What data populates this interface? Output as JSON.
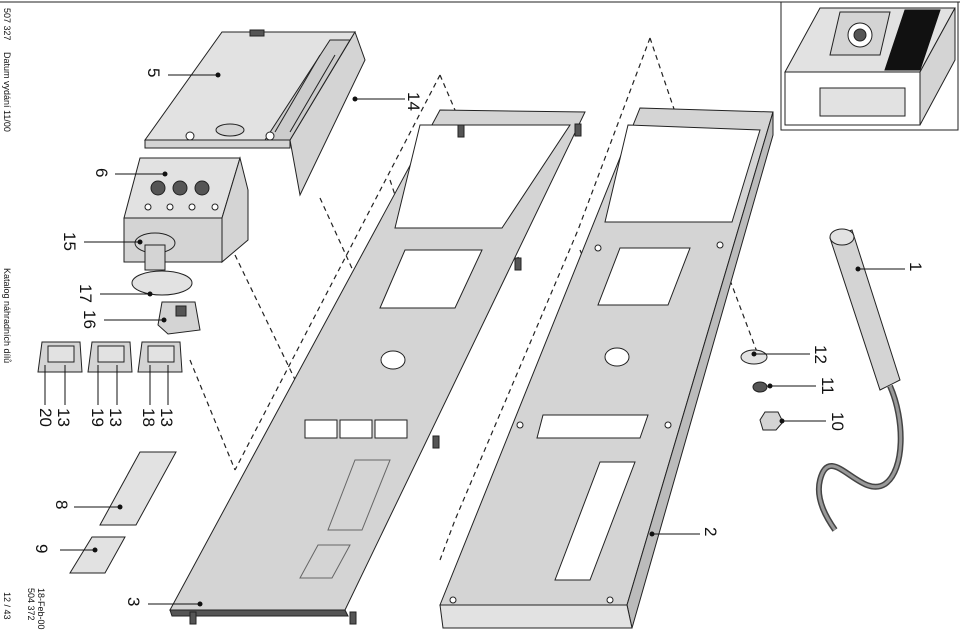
{
  "margin": {
    "doc_number": "507 327",
    "issue_date": "Datum vydání  11/00",
    "catalog_title": "Katalog náhradních dílů",
    "page_number": "12 / 43",
    "print_date": "18-Feb-00",
    "doc_number_2": "504 372"
  },
  "callouts": {
    "p1": "1",
    "p2": "2",
    "p3": "3",
    "p5": "5",
    "p6": "6",
    "p8": "8",
    "p9": "9",
    "p10": "10",
    "p11": "11",
    "p12": "12",
    "p13a": "13",
    "p13b": "13",
    "p13c": "13",
    "p14": "14",
    "p15": "15",
    "p16": "16",
    "p17": "17",
    "p18": "18",
    "p19": "19",
    "p20": "20"
  }
}
